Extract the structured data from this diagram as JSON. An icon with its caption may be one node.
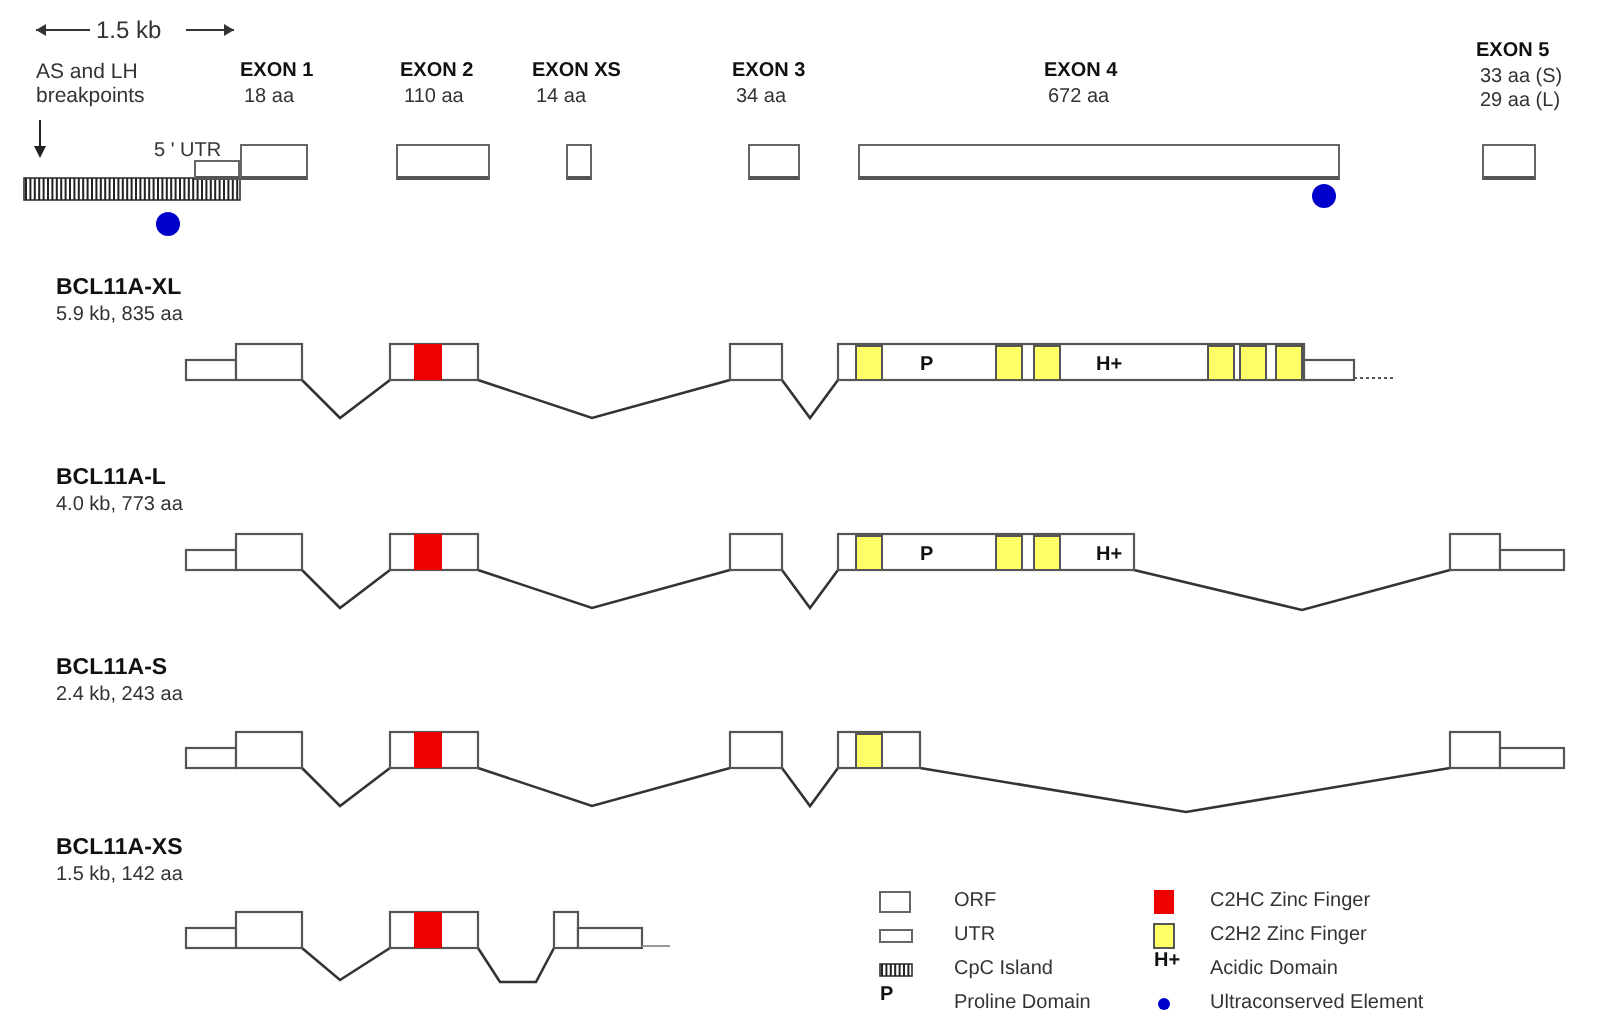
{
  "diagram": {
    "nodes": [
      {
        "text": [
          "5 ' UTR"
        ]
      },
      {
        "text": [
          "EXON 1",
          "18 aa"
        ]
      },
      {
        "text": [
          "EXON 2",
          "110 aa"
        ]
      },
      {
        "text": [
          "EXON XS",
          "14 aa"
        ]
      },
      {
        "text": [
          "EXON 3",
          "34 aa"
        ]
      },
      {
        "text": [
          "EXON 4",
          "672 aa"
        ]
      },
      {
        "text": [
          "EXON 5",
          "33 aa (S) 29 aa (L)"
        ]
      }
    ],
    "edges": [],
    "labels": [
      "1.5 kb",
      "AS and LH breakpoints",
      "BCL11A-XL",
      "5.9 kb, 835 aa",
      "P",
      "H+",
      "BCL11A-L",
      "4.0 kb, 773 aa",
      "P",
      "H+",
      "BCL11A-S",
      "2.4 kb, 243 aa",
      "BCL11A-XS",
      "1.5 kb, 142 aa",
      "P",
      "H+"
    ],
    "legend": [
      {
        "text": "ORF"
      },
      {
        "text": "UTR"
      },
      {
        "text": "CpC Island"
      },
      {
        "text": "Proline Domain"
      },
      {
        "text": "C2HC Zinc Finger",
        "color": "#ee0000"
      },
      {
        "text": "C2H2 Zinc Finger",
        "color": "#ffff66"
      },
      {
        "text": "Acidic Domain"
      },
      {
        "text": "Ultraconserved Element",
        "color": "#0000cc"
      }
    ]
  }
}
